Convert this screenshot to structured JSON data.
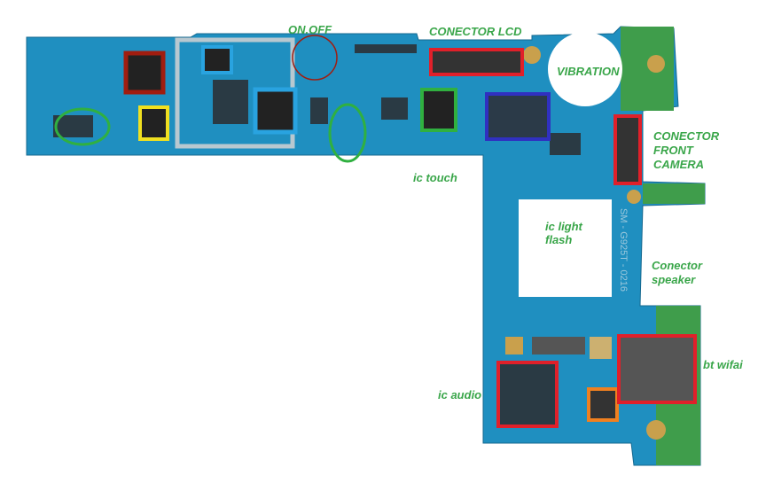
{
  "labels": {
    "on_off": "ON.OFF",
    "conector_lcd": "CONECTOR LCD",
    "vibration": "VIBRATION",
    "front_camera": "CONECTOR\nFRONT\nCAMERA",
    "ic_touch": "ic touch",
    "ic_light_flash": "ic light\nflash",
    "conector_speaker": "Conector\nspeaker",
    "bt_wifai": "bt wifai",
    "ic_audio": "ic audio"
  },
  "board_print": "SM - G925T - 0216",
  "colors": {
    "board": "#1f8fc0",
    "board_dark": "#17709a",
    "label": "#3aa64a",
    "red": "#e0202a",
    "dark_red": "#a01d10",
    "cyan": "#29a3e0",
    "yellow": "#f0e020",
    "green": "#30b040",
    "blue": "#3030c0",
    "orange": "#f08020"
  }
}
